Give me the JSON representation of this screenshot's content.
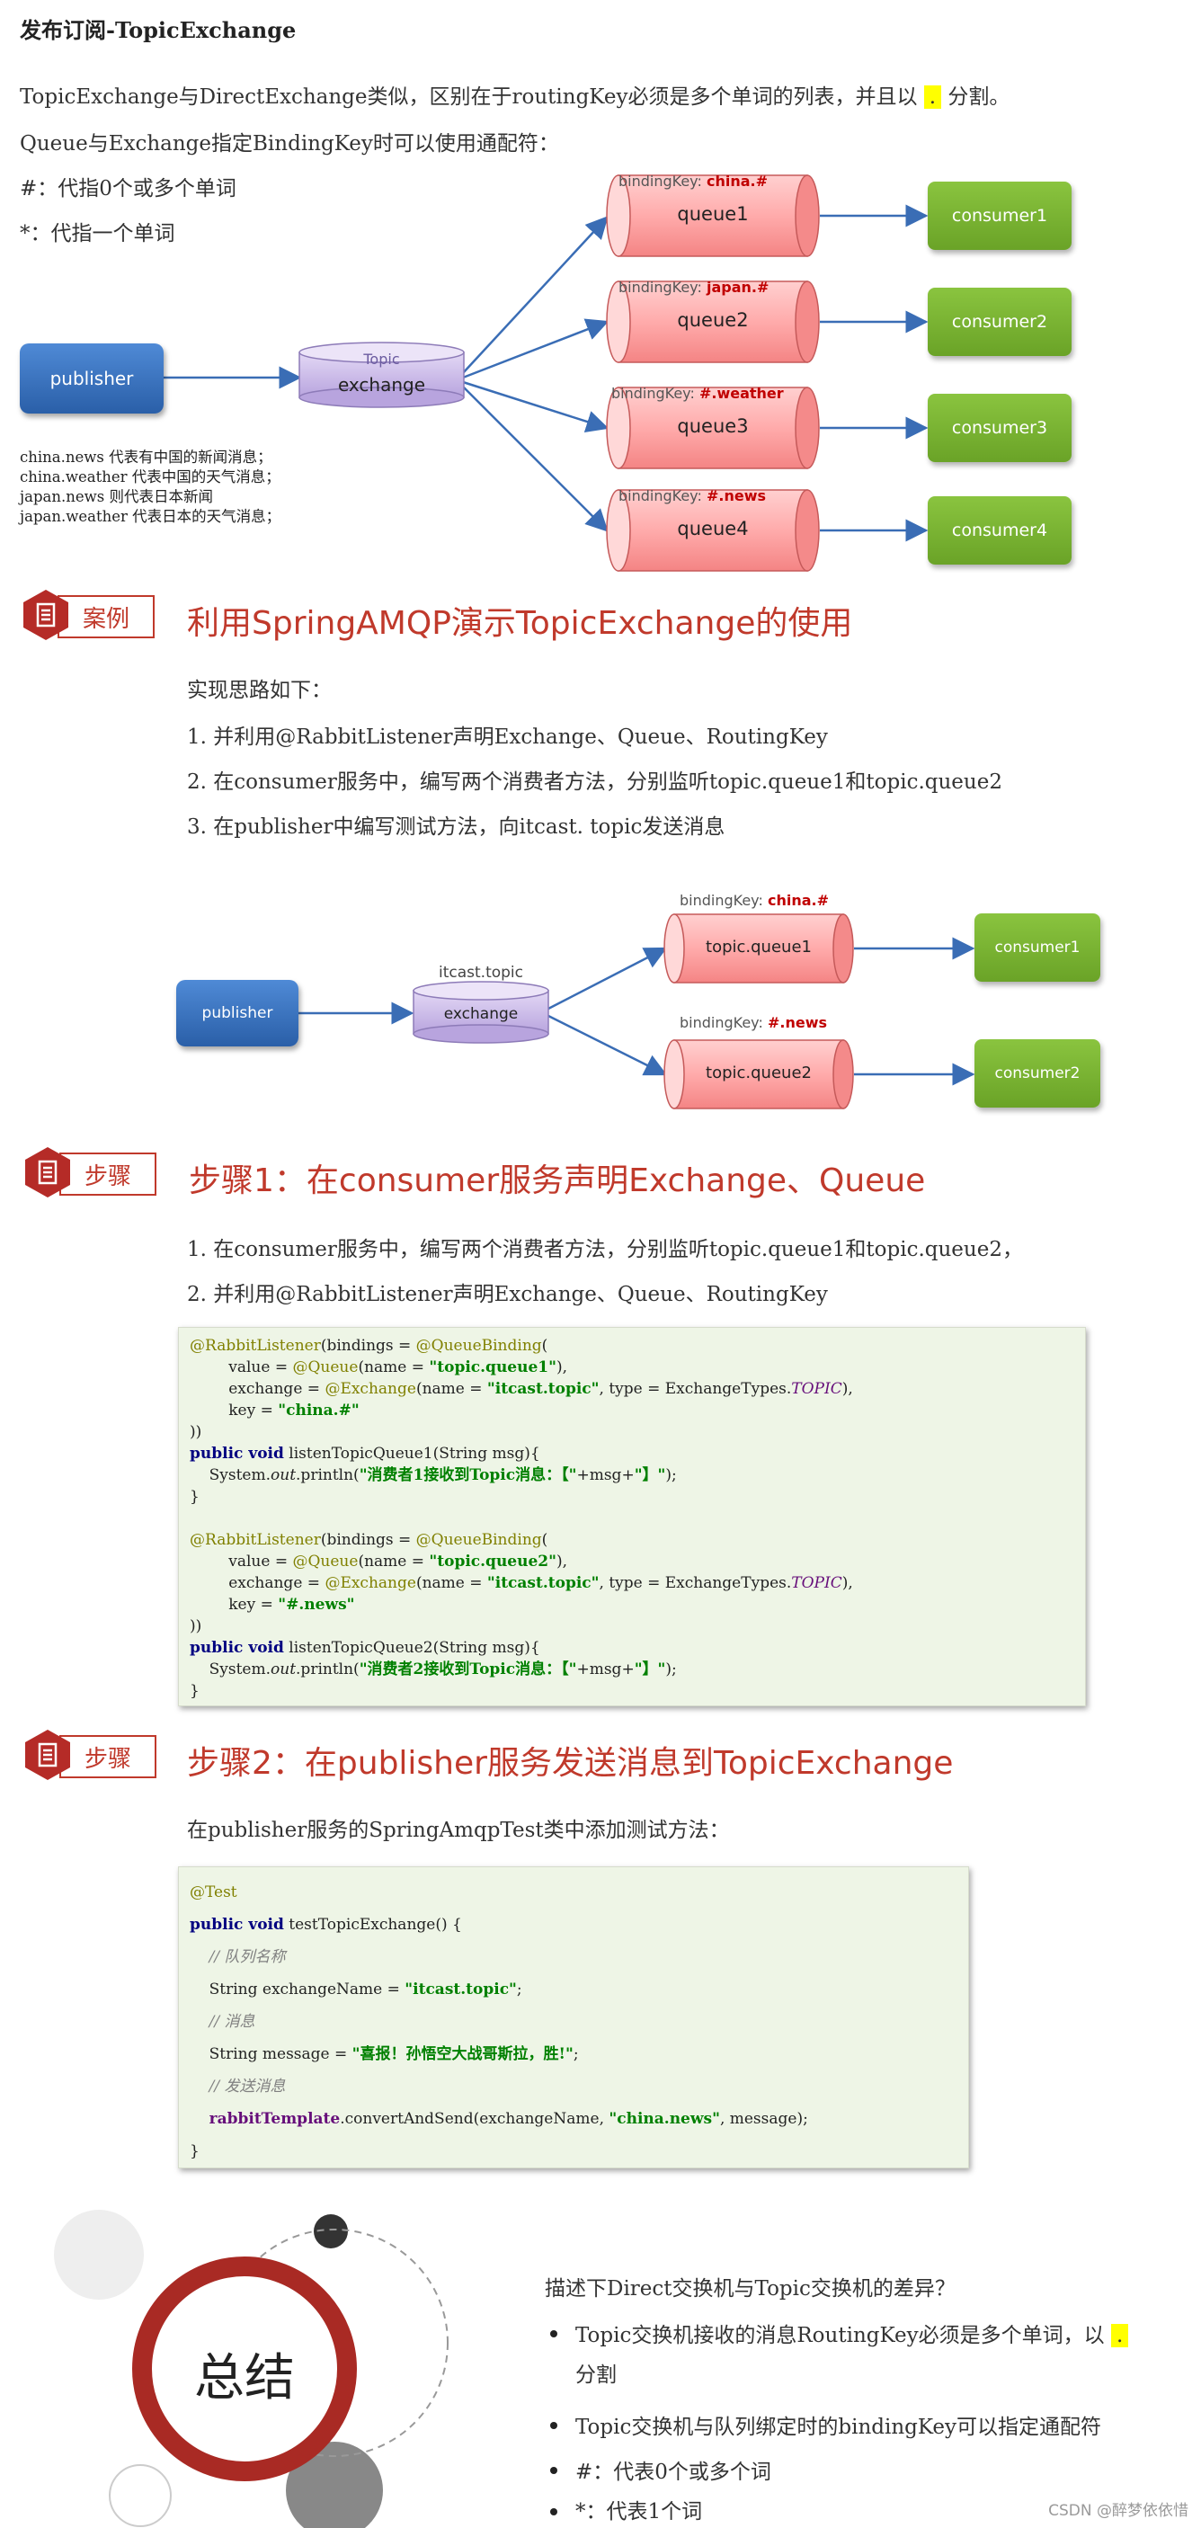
{
  "page_title": "发布订阅-TopicExchange",
  "intro": {
    "line1_a": "TopicExchange与DirectExchange类似，区别在于routingKey必须是多个单词的列表，并且以",
    "line1_dot": ".",
    "line1_b": "分割。",
    "line2": "Queue与Exchange指定BindingKey时可以使用通配符：",
    "line3": "#：代指0个或多个单词",
    "line4": "*：代指一个单词"
  },
  "diagram1": {
    "publisher": "publisher",
    "exchange_top": "Topic",
    "exchange": "exchange",
    "binding_prefix": "bindingKey:",
    "queues": [
      {
        "key": "china.#",
        "name": "queue1",
        "consumer": "consumer1"
      },
      {
        "key": "japan.#",
        "name": "queue2",
        "consumer": "consumer2"
      },
      {
        "key": "#.weather",
        "name": "queue3",
        "consumer": "consumer3"
      },
      {
        "key": "#.news",
        "name": "queue4",
        "consumer": "consumer4"
      }
    ],
    "notes": [
      "china.news 代表有中国的新闻消息；",
      "china.weather 代表中国的天气消息；",
      "japan.news 则代表日本新闻",
      "japan.weather 代表日本的天气消息；"
    ]
  },
  "case": {
    "tag": "案例",
    "title": "利用SpringAMQP演示TopicExchange的使用",
    "lead": "实现思路如下：",
    "steps": [
      "1. 并利用@RabbitListener声明Exchange、Queue、RoutingKey",
      "2. 在consumer服务中，编写两个消费者方法，分别监听topic.queue1和topic.queue2",
      "3. 在publisher中编写测试方法，向itcast. topic发送消息"
    ]
  },
  "diagram2": {
    "publisher": "publisher",
    "exchange_top": "itcast.topic",
    "exchange": "exchange",
    "binding_prefix": "bindingKey:",
    "queues": [
      {
        "key": "china.#",
        "name": "topic.queue1",
        "consumer": "consumer1"
      },
      {
        "key": "#.news",
        "name": "topic.queue2",
        "consumer": "consumer2"
      }
    ]
  },
  "step1": {
    "tag": "步骤",
    "title": "步骤1：在consumer服务声明Exchange、Queue",
    "items": [
      "1. 在consumer服务中，编写两个消费者方法，分别监听topic.queue1和topic.queue2，",
      "2. 并利用@RabbitListener声明Exchange、Queue、RoutingKey"
    ]
  },
  "step2": {
    "tag": "步骤",
    "title": "步骤2：在publisher服务发送消息到TopicExchange",
    "lead": "在publisher服务的SpringAmqpTest类中添加测试方法："
  },
  "summary": {
    "circle_text": "总结",
    "question": "描述下Direct交换机与Topic交换机的差异？",
    "b1_a": "Topic交换机接收的消息RoutingKey必须是多个单词，以",
    "b1_dot": ".",
    "b1_b": "分割",
    "b2": "Topic交换机与队列绑定时的bindingKey可以指定通配符",
    "b3": "#：代表0个或多个词",
    "b4": "*：代表1个词"
  },
  "watermark": "CSDN @醉梦依依惜",
  "colors": {
    "accent_red": "#c0392b",
    "publisher_blue": "#2a5fa8",
    "consumer_green": "#7ab432",
    "queue_pink": "#ff9c9c",
    "exchange_purple": "#c8b8e8",
    "code_bg": "#eef5e6"
  }
}
